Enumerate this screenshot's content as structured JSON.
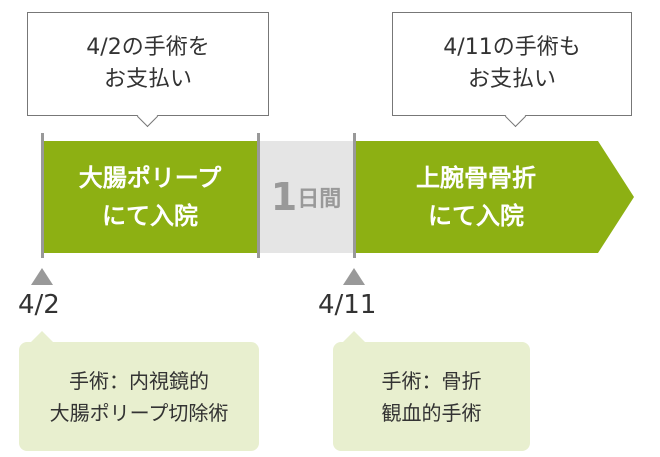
{
  "callouts_top": [
    {
      "text": "4/2の手術を\nお支払い"
    },
    {
      "text": "4/11の手術も\nお支払い"
    }
  ],
  "timeline": {
    "segment1": "大腸ポリープ\nにて入院",
    "gap_number": "1",
    "gap_unit": "日間",
    "segment2": "上腕骨骨折\nにて入院"
  },
  "dates": [
    "4/2",
    "4/11"
  ],
  "callouts_bottom": [
    {
      "text": "手術：内視鏡的\n大腸ポリープ切除術"
    },
    {
      "text": "手術：骨折\n観血的手術"
    }
  ],
  "colors": {
    "green": "#8db013",
    "gap": "#e5e5e5",
    "callout_bg": "#e8efcf"
  }
}
